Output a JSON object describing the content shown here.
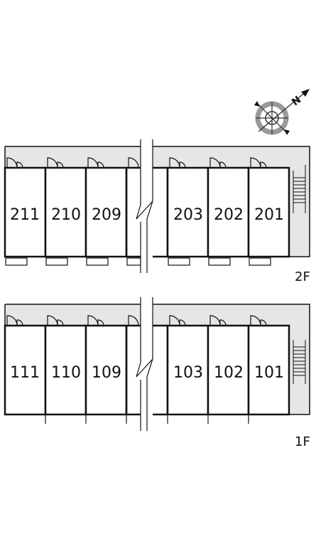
{
  "floors": [
    {
      "label": "2F",
      "rooms": [
        "211",
        "210",
        "209",
        "",
        "203",
        "202",
        "201"
      ]
    },
    {
      "label": "1F",
      "rooms": [
        "111",
        "110",
        "109",
        "",
        "103",
        "102",
        "101"
      ]
    }
  ],
  "compass": {
    "label": "N",
    "icon": "compass-icon"
  },
  "colors": {
    "corridor": "#e6e6e6",
    "wall": "#111111",
    "compass_ring": "#9a9a9a"
  }
}
